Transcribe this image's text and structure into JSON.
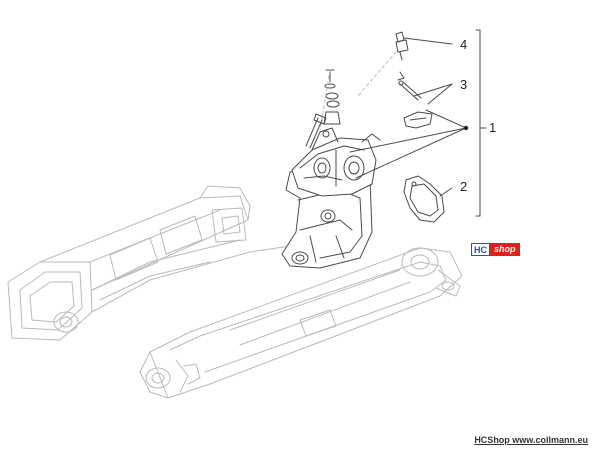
{
  "callouts": [
    {
      "number": "1"
    },
    {
      "number": "2"
    },
    {
      "number": "3"
    },
    {
      "number": "4"
    }
  ],
  "badge": {
    "left": "HC",
    "right": "shop"
  },
  "footer": {
    "text": "HCShop www.collmann.eu"
  },
  "colors": {
    "badge_blue": "#1a55c8",
    "badge_red": "#e0211b",
    "line_light": "#b9b9b9",
    "line_dark": "#4a4a4a"
  }
}
